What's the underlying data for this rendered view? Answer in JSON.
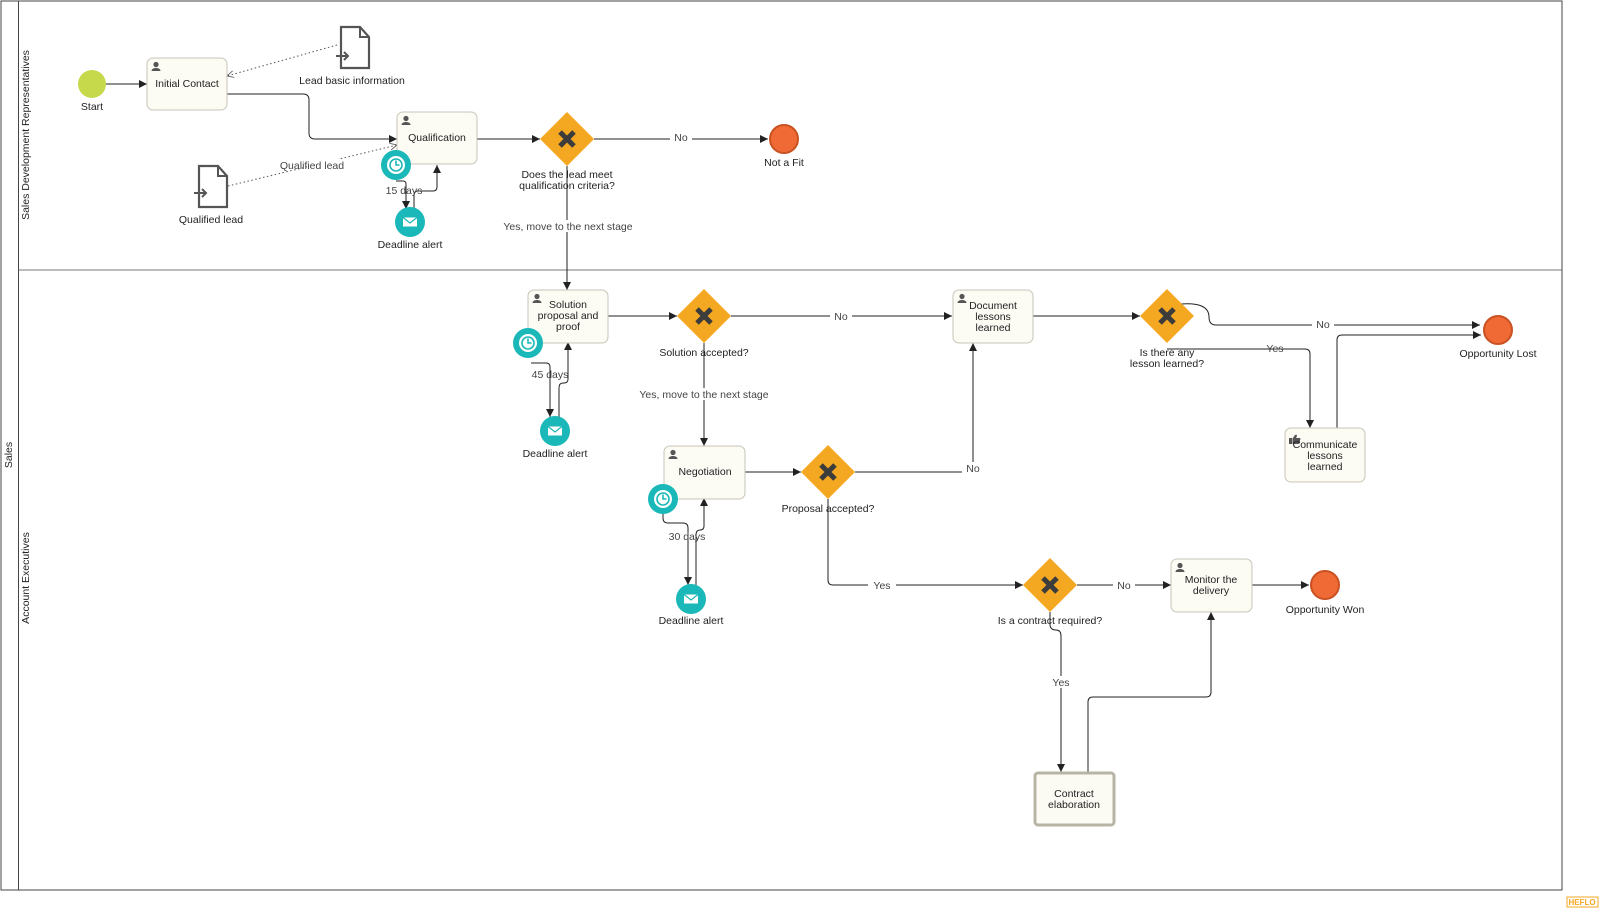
{
  "pool": {
    "label": "Sales"
  },
  "lanes": [
    {
      "id": "sdr",
      "label": "Sales Development Representatives"
    },
    {
      "id": "ae",
      "label": "Account Executives"
    }
  ],
  "events": {
    "start": "Start",
    "not_fit": "Not a Fit",
    "opportunity_lost": "Opportunity Lost",
    "opportunity_won": "Opportunity Won",
    "deadline_alert_1": "Deadline alert",
    "deadline_alert_2": "Deadline alert",
    "deadline_alert_3": "Deadline alert"
  },
  "tasks": {
    "initial_contact": "Initial Contact",
    "qualification": "Qualification",
    "solution_1": "Solution",
    "solution_2": "proposal and",
    "solution_3": "proof",
    "document_1": "Document",
    "document_2": "lessons",
    "document_3": "learned",
    "negotiation": "Negotiation",
    "communicate_1": "Communicate",
    "communicate_2": "lessons",
    "communicate_3": "learned",
    "monitor_1": "Monitor the",
    "monitor_2": "delivery",
    "contract_1": "Contract",
    "contract_2": "elaboration"
  },
  "gateways": {
    "criteria_1": "Does the lead meet",
    "criteria_2": "qualification criteria?",
    "solution_accepted": "Solution accepted?",
    "proposal_accepted": "Proposal accepted?",
    "lesson_1": "Is there any",
    "lesson_2": "lesson learned?",
    "contract_required": "Is a contract required?"
  },
  "data_objects": {
    "lead_basic_info": "Lead basic information",
    "qualified_lead": "Qualified lead",
    "qualified_lead_assoc": "Qualified lead"
  },
  "edge_labels": {
    "no_not_fit": "No",
    "yes_next_stage_1": "Yes, move to the next stage",
    "days_15": "15 days",
    "no_solution": "No",
    "yes_next_stage_2": "Yes, move to the next stage",
    "days_45": "45 days",
    "no_proposal": "No",
    "days_30": "30 days",
    "yes_proposal": "Yes",
    "no_lesson": "No",
    "yes_lesson": "Yes",
    "no_contract": "No",
    "yes_contract": "Yes"
  },
  "branding": {
    "logo": "HEFLO"
  },
  "colors": {
    "gateway": "#f4a720",
    "start_event": "#c5d94a",
    "end_event": "#f06a35",
    "intermediate_event": "#1ab8b8",
    "task_fill": "#fcfbf4"
  }
}
